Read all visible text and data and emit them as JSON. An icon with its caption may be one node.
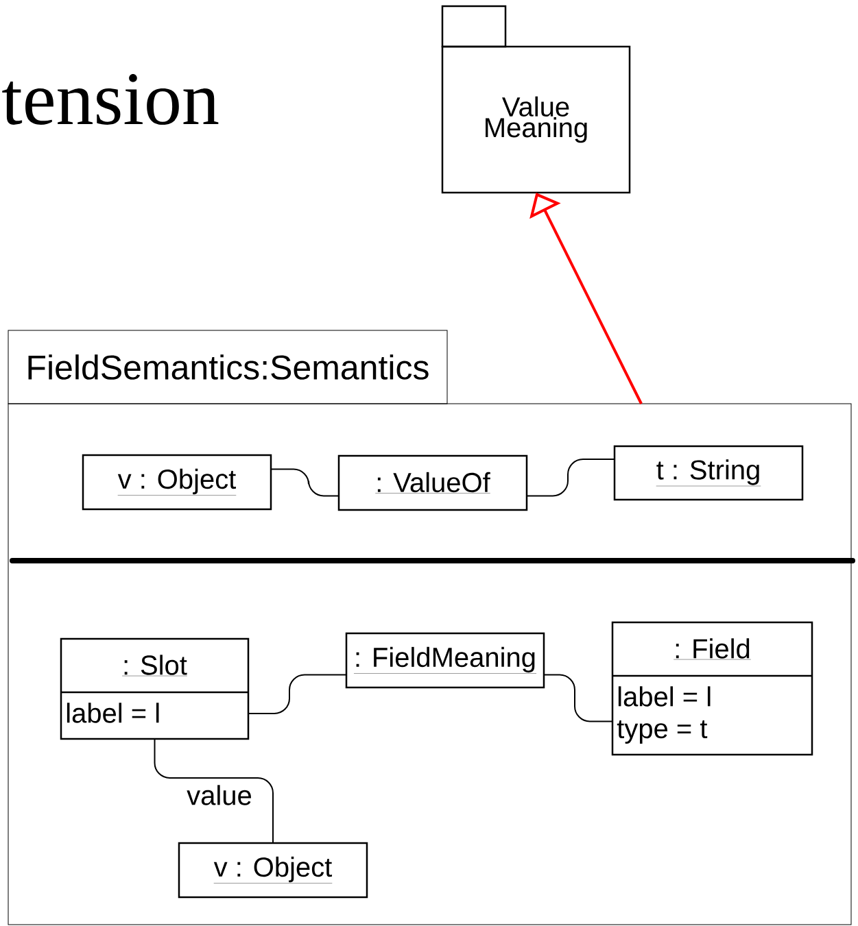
{
  "diagram": {
    "title": "tension",
    "nodes": [
      {
        "text": [
          "Value Meaning"
        ]
      },
      {
        "text": [
          "FieldSemantics:Semantics"
        ]
      },
      {
        "text": [
          "v : Object"
        ],
        "in": 1
      },
      {
        "text": [
          ": ValueOf"
        ],
        "in": 1
      },
      {
        "text": [
          "t : String"
        ],
        "in": 1
      },
      {
        "text": [
          ": Slot",
          "label = l"
        ],
        "in": 1
      },
      {
        "text": [
          ": FieldMeaning"
        ],
        "in": 1
      },
      {
        "text": [
          ": Field",
          "label = l",
          "type = t"
        ],
        "in": 1
      },
      {
        "text": [
          "v : Object"
        ],
        "in": 1
      }
    ],
    "edges": [
      {
        "from": 1,
        "to": 0,
        "arrow": "to",
        "color": "#ff0000"
      },
      {
        "from": 2,
        "to": 3,
        "arrow": "none"
      },
      {
        "from": 3,
        "to": 4,
        "arrow": "none"
      },
      {
        "from": 5,
        "to": 6,
        "arrow": "none"
      },
      {
        "from": 6,
        "to": 7,
        "arrow": "none"
      },
      {
        "from": 5,
        "to": 8,
        "arrow": "none",
        "label": "value"
      }
    ]
  }
}
